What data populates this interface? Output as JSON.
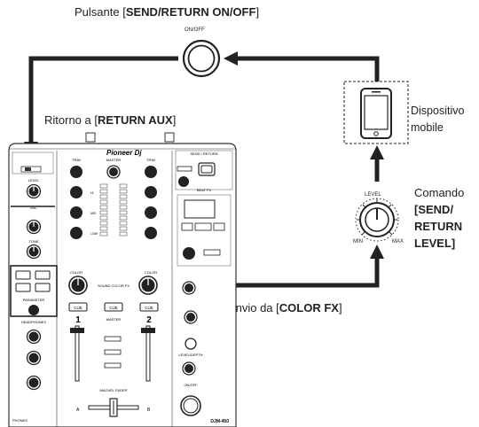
{
  "labels": {
    "send_button_prefix": "Pulsante [",
    "send_button_bold": "SEND/RETURN ON/OFF",
    "send_button_suffix": "]",
    "onoff_small": "ON/OFF",
    "return_prefix": "Ritorno a [",
    "return_bold": "RETURN AUX",
    "return_suffix": "]",
    "device_line1": "Dispositivo",
    "device_line2": "mobile",
    "knob_level": "LEVEL",
    "knob_min": "MIN",
    "knob_max": "MAX",
    "control_line1": "Comando",
    "control_line2": "[SEND/",
    "control_line3": "RETURN",
    "control_line4": "LEVEL]",
    "send_prefix": "Invio da [",
    "send_bold": "COLOR FX",
    "send_suffix": "]"
  },
  "mixer": {
    "brand": "Pioneer Dj",
    "model": "DJM-450",
    "master": "MASTER",
    "level": "LEVEL",
    "trim": "TRIM",
    "hi": "HI",
    "mid": "MID",
    "low": "LOW",
    "color": "COLOR",
    "cue": "CUE",
    "ch1": "1",
    "ch2": "2",
    "sound_color_fx": "SOUND COLOR FX",
    "send_return": "SEND / RETURN",
    "beat_fx": "BEAT FX",
    "parameter": "PARAMETER",
    "headphones": "HEADPHONES",
    "mic": "MIC",
    "tone": "TONE",
    "level_depth": "LEVEL/DEPTH",
    "on_off": "ON/OFF",
    "magvel": "MAGVEL FADER",
    "phones": "PHONES",
    "cross_a": "A",
    "cross_b": "B"
  }
}
